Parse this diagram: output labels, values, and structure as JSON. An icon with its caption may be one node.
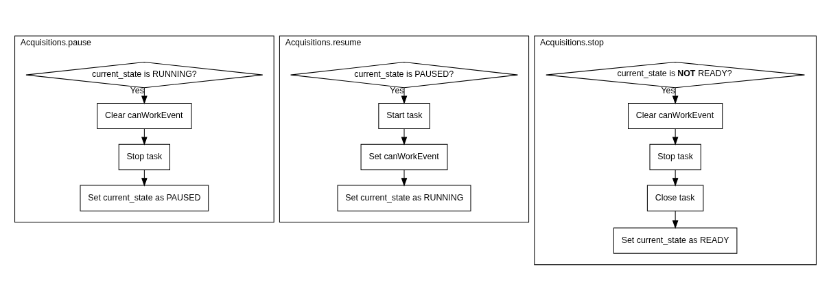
{
  "diagram": {
    "nodes": [
      {
        "text": [
          "Acquisitions.pause"
        ]
      },
      {
        "text": [
          "current_state is RUNNING?"
        ],
        "in": 0
      },
      {
        "text": [
          "Clear canWorkEvent"
        ],
        "in": 0
      },
      {
        "text": [
          "Stop task"
        ],
        "in": 0
      },
      {
        "text": [
          "Set current_state as PAUSED"
        ],
        "in": 0
      },
      {
        "text": [
          "Acquisitions.resume"
        ]
      },
      {
        "text": [
          "current_state is PAUSED?"
        ],
        "in": 5
      },
      {
        "text": [
          "Start task"
        ],
        "in": 5
      },
      {
        "text": [
          "Set canWorkEvent"
        ],
        "in": 5
      },
      {
        "text": [
          "Set current_state as RUNNING"
        ],
        "in": 5
      },
      {
        "text": [
          "Acquisitions.stop"
        ]
      },
      {
        "text": [
          "current_state is **NOT** READY?"
        ],
        "in": 10
      },
      {
        "text": [
          "Clear canWorkEvent"
        ],
        "in": 10
      },
      {
        "text": [
          "Stop task"
        ],
        "in": 10
      },
      {
        "text": [
          "Close task"
        ],
        "in": 10
      },
      {
        "text": [
          "Set current_state as READY"
        ],
        "in": 10
      }
    ],
    "edges": [
      {
        "from": 1,
        "to": 2,
        "arrow": "to",
        "label": "Yes"
      },
      {
        "from": 2,
        "to": 3,
        "arrow": "to"
      },
      {
        "from": 3,
        "to": 4,
        "arrow": "to"
      },
      {
        "from": 6,
        "to": 7,
        "arrow": "to",
        "label": "Yes"
      },
      {
        "from": 7,
        "to": 8,
        "arrow": "to"
      },
      {
        "from": 8,
        "to": 9,
        "arrow": "to"
      },
      {
        "from": 11,
        "to": 12,
        "arrow": "to",
        "label": "Yes"
      },
      {
        "from": 12,
        "to": 13,
        "arrow": "to"
      },
      {
        "from": 13,
        "to": 14,
        "arrow": "to"
      },
      {
        "from": 14,
        "to": 15,
        "arrow": "to"
      }
    ]
  }
}
